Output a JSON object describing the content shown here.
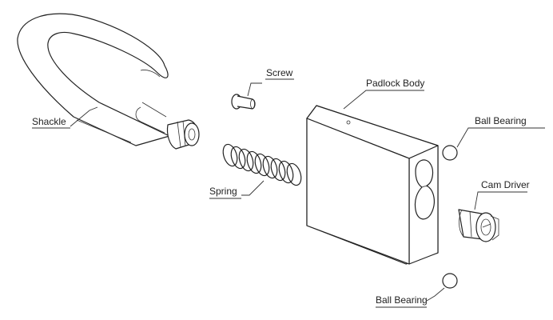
{
  "labels": {
    "screw": "Screw",
    "padlock_body": "Padlock Body",
    "shackle": "Shackle",
    "ball_bearing_top": "Ball Bearing",
    "cam_driver": "Cam Driver",
    "spring": "Spring",
    "ball_bearing_bottom": "Ball Bearing"
  },
  "colors": {
    "line": "#222222",
    "background": "#ffffff"
  }
}
